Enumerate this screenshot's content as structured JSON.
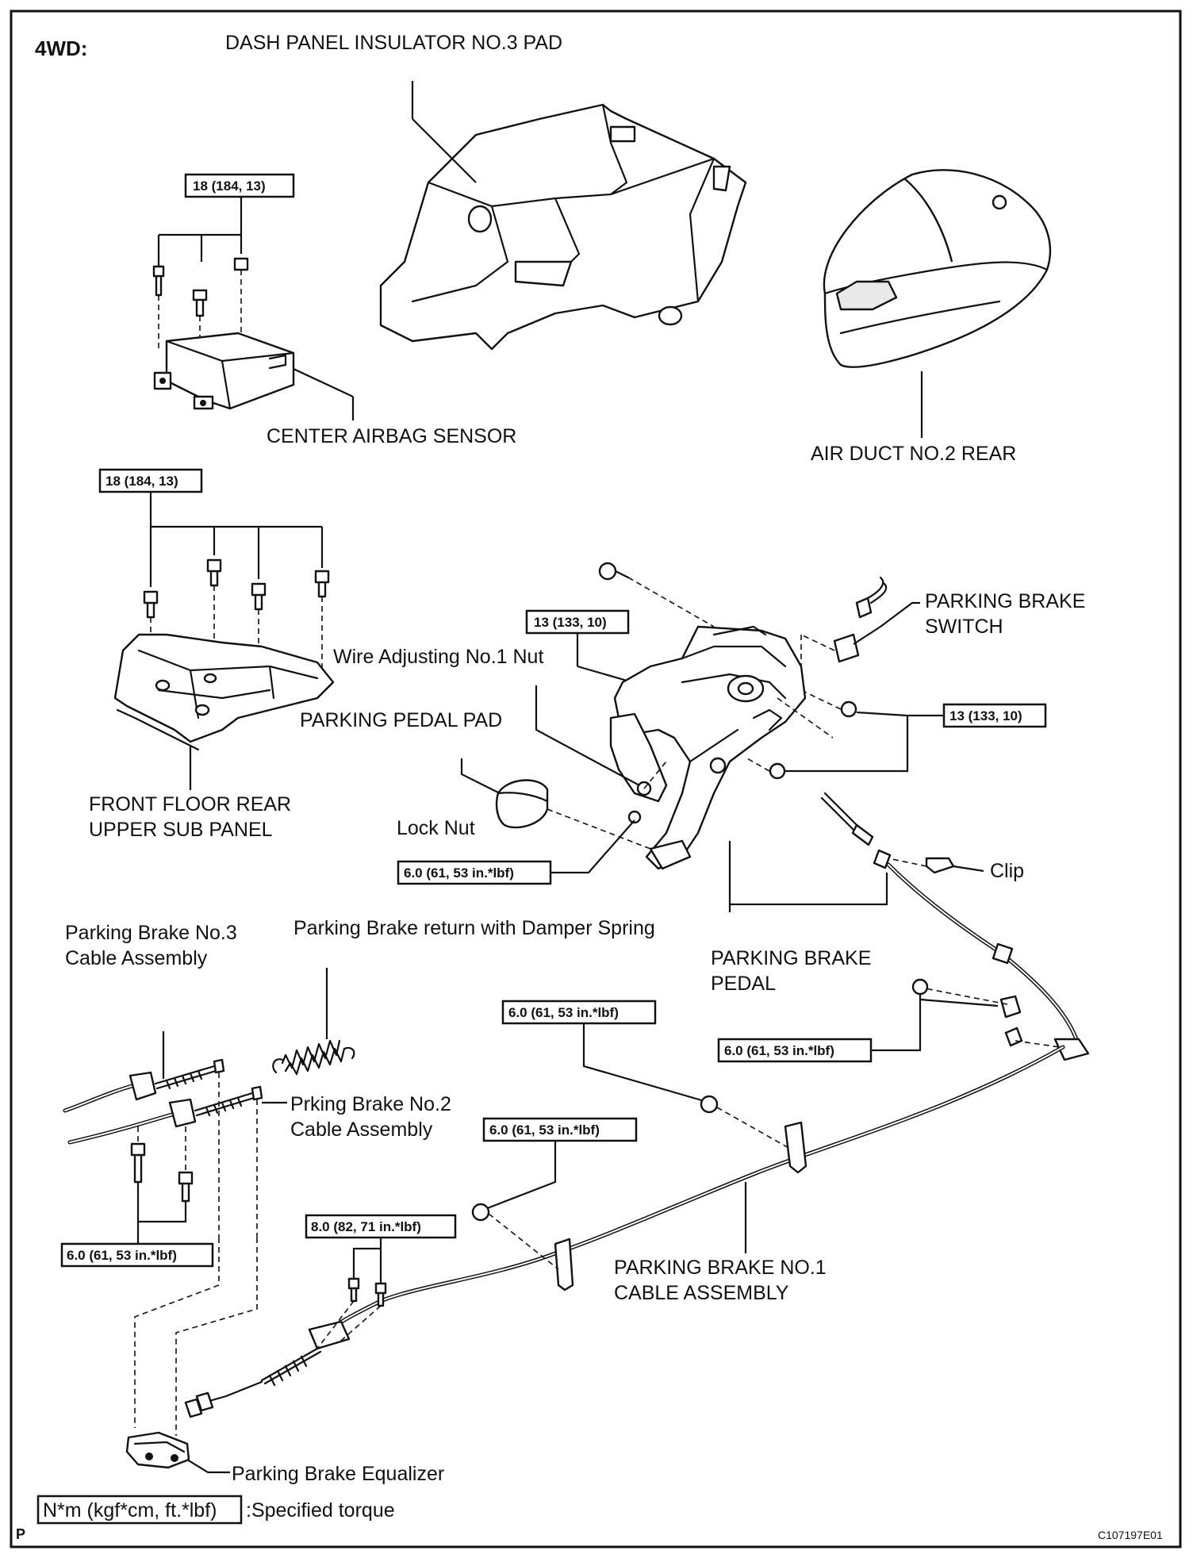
{
  "header": {
    "variant": "4WD:",
    "corner_mark": "P",
    "figure_code": "C107197E01"
  },
  "labels": {
    "dash_panel_insulator": "DASH PANEL INSULATOR NO.3 PAD",
    "center_airbag_sensor": "CENTER AIRBAG SENSOR",
    "air_duct": "AIR DUCT NO.2 REAR",
    "front_floor_line1": "FRONT FLOOR REAR",
    "front_floor_line2": "UPPER SUB PANEL",
    "parking_brake_switch_line1": "PARKING BRAKE",
    "parking_brake_switch_line2": "SWITCH",
    "wire_adjusting_nut": "Wire Adjusting No.1 Nut",
    "parking_pedal_pad": "PARKING PEDAL PAD",
    "lock_nut": "Lock Nut",
    "clip": "Clip",
    "no3_cable_line1": "Parking Brake No.3",
    "no3_cable_line2": "Cable Assembly",
    "damper_spring": "Parking Brake return with Damper Spring",
    "parking_brake_pedal_line1": "PARKING BRAKE",
    "parking_brake_pedal_line2": "PEDAL",
    "no2_cable_line1": "Prking Brake No.2",
    "no2_cable_line2": "Cable Assembly",
    "no1_cable_line1": "PARKING BRAKE NO.1",
    "no1_cable_line2": "CABLE ASSEMBLY",
    "equalizer": "Parking Brake Equalizer"
  },
  "torques": {
    "airbag_sensor": "18 (184, 13)",
    "floor_panel": "18 (184, 13)",
    "pedal_upper": "13 (133, 10)",
    "pedal_right": "13 (133, 10)",
    "lock_nut": "6.0 (61, 53 in.*lbf)",
    "cable_right": "6.0 (61, 53 in.*lbf)",
    "cable_mid": "6.0 (61, 53 in.*lbf)",
    "cable_lower": "6.0 (61, 53 in.*lbf)",
    "cable_bracket": "8.0 (82, 71 in.*lbf)",
    "no2_cable": "6.0 (61, 53 in.*lbf)"
  },
  "legend": {
    "unit_box": "N*m (kgf*cm, ft.*lbf)",
    "unit_text": ":Specified torque"
  }
}
